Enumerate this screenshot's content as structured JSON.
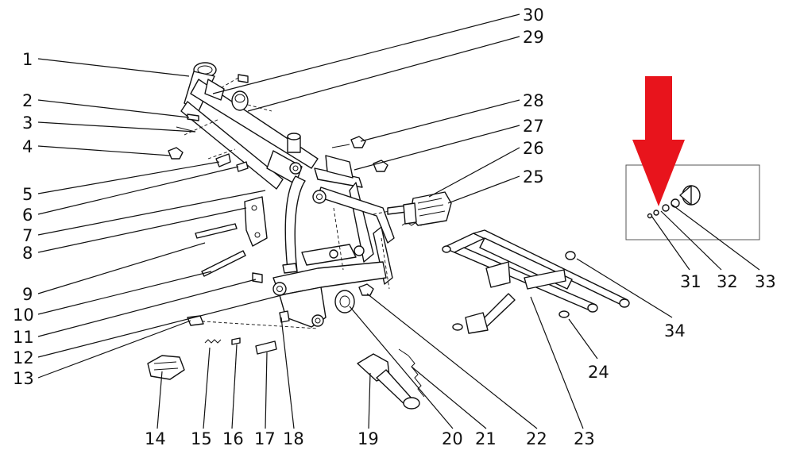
{
  "callouts": [
    {
      "id": "1",
      "label": "1"
    },
    {
      "id": "2",
      "label": "2"
    },
    {
      "id": "3",
      "label": "3"
    },
    {
      "id": "4",
      "label": "4"
    },
    {
      "id": "5",
      "label": "5"
    },
    {
      "id": "6",
      "label": "6"
    },
    {
      "id": "7",
      "label": "7"
    },
    {
      "id": "8",
      "label": "8"
    },
    {
      "id": "9",
      "label": "9"
    },
    {
      "id": "10",
      "label": "10"
    },
    {
      "id": "11",
      "label": "11"
    },
    {
      "id": "12",
      "label": "12"
    },
    {
      "id": "13",
      "label": "13"
    },
    {
      "id": "14",
      "label": "14"
    },
    {
      "id": "15",
      "label": "15"
    },
    {
      "id": "16",
      "label": "16"
    },
    {
      "id": "17",
      "label": "17"
    },
    {
      "id": "18",
      "label": "18"
    },
    {
      "id": "19",
      "label": "19"
    },
    {
      "id": "20",
      "label": "20"
    },
    {
      "id": "21",
      "label": "21"
    },
    {
      "id": "22",
      "label": "22"
    },
    {
      "id": "23",
      "label": "23"
    },
    {
      "id": "24",
      "label": "24"
    },
    {
      "id": "25",
      "label": "25"
    },
    {
      "id": "26",
      "label": "26"
    },
    {
      "id": "27",
      "label": "27"
    },
    {
      "id": "28",
      "label": "28"
    },
    {
      "id": "29",
      "label": "29"
    },
    {
      "id": "30",
      "label": "30"
    },
    {
      "id": "31",
      "label": "31"
    },
    {
      "id": "32",
      "label": "32"
    },
    {
      "id": "33",
      "label": "33"
    },
    {
      "id": "34",
      "label": "34"
    }
  ],
  "highlight": {
    "arrow_color": "#e8141c",
    "box_stroke": "#555555"
  }
}
